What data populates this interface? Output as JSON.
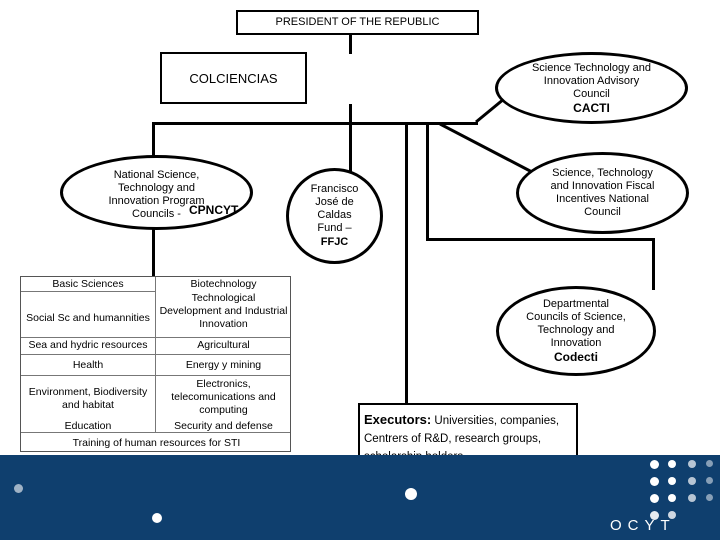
{
  "president": "PRESIDENT OF THE REPUBLIC",
  "colciencias": "COLCIENCIAS",
  "advisory": {
    "name": "Science Technology and\nInnovation  Advisory\nCouncil",
    "acronym": "CACTI"
  },
  "program_councils": {
    "name": "National Science,\nTechnology and\nInnovation Program\nCouncils -",
    "acronym": "CPNCYT"
  },
  "fund": {
    "name": "Francisco\nJosé de\nCaldas\nFund –",
    "acronym": "FFJC"
  },
  "fiscal": {
    "name": "Science, Technology\nand Innovation Fiscal\nIncentives National\nCouncil"
  },
  "departmental": {
    "name": "Departmental\nCouncils of Science,\nTechnology and\nInnovation",
    "acronym": "Codecti"
  },
  "executors": {
    "label": "Executors:",
    "text": " Universities, companies,\nCentrers of  R&D, research groups,\nscholarship holders."
  },
  "programs_table": {
    "rows": [
      [
        "Basic Sciences",
        "Biotechnology"
      ],
      [
        "Social Sc and humannities",
        "Technological\nDevelopment and Industrial\nInnovation"
      ],
      [
        "Sea and hydric resources",
        "Agricultural"
      ],
      [
        "Health",
        "Energy  y mining"
      ],
      [
        "Environment, Biodiversity\nand habitat",
        "Electronics,\ntelecomunications and\ncomputing"
      ],
      [
        "Education",
        "Security and defense"
      ]
    ],
    "footer": "Training of human resources for STI"
  },
  "logo_text": "OCYT",
  "colors": {
    "band": "#0f3f6e",
    "border": "#000000",
    "dots": "#ffffff"
  }
}
